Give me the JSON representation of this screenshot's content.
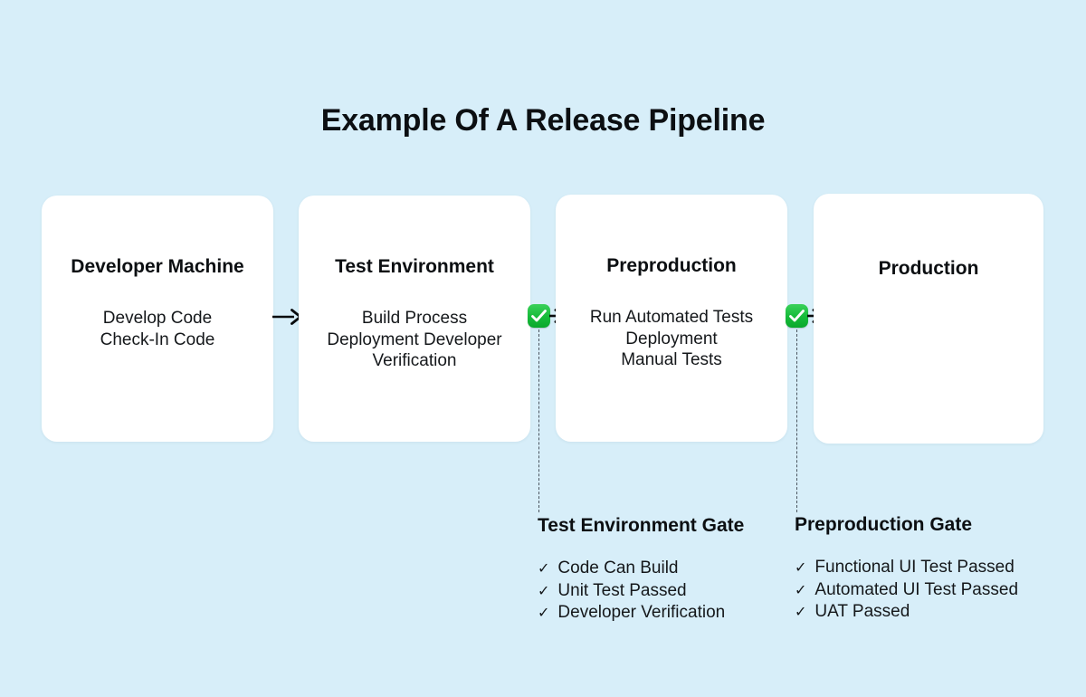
{
  "title": "Example Of A Release Pipeline",
  "background_color": "#d7eef9",
  "card_color": "#ffffff",
  "accent_color": "#15bb39",
  "stages": [
    {
      "name": "Developer Machine",
      "body": "Develop Code\nCheck-In Code"
    },
    {
      "name": "Test Environment",
      "body": "Build Process\nDeployment Developer\nVerification"
    },
    {
      "name": "Preproduction",
      "body": "Run Automated Tests\nDeployment\nManual Tests"
    },
    {
      "name": "Production",
      "body": ""
    }
  ],
  "connectors": [
    {
      "type": "arrow",
      "icon": "arrow-right-icon"
    },
    {
      "type": "gate",
      "icon": "green-check-badge-icon",
      "arrow": "arrow-right-icon"
    },
    {
      "type": "gate",
      "icon": "green-check-badge-icon",
      "arrow": "arrow-right-icon"
    }
  ],
  "gates": [
    {
      "title": "Test Environment Gate",
      "check_glyph": "✓",
      "items": [
        "Code Can Build",
        "Unit Test Passed",
        "Developer Verification"
      ]
    },
    {
      "title": "Preproduction Gate",
      "check_glyph": "✓",
      "items": [
        "Functional UI Test Passed",
        "Automated UI Test Passed",
        "UAT Passed"
      ]
    }
  ]
}
